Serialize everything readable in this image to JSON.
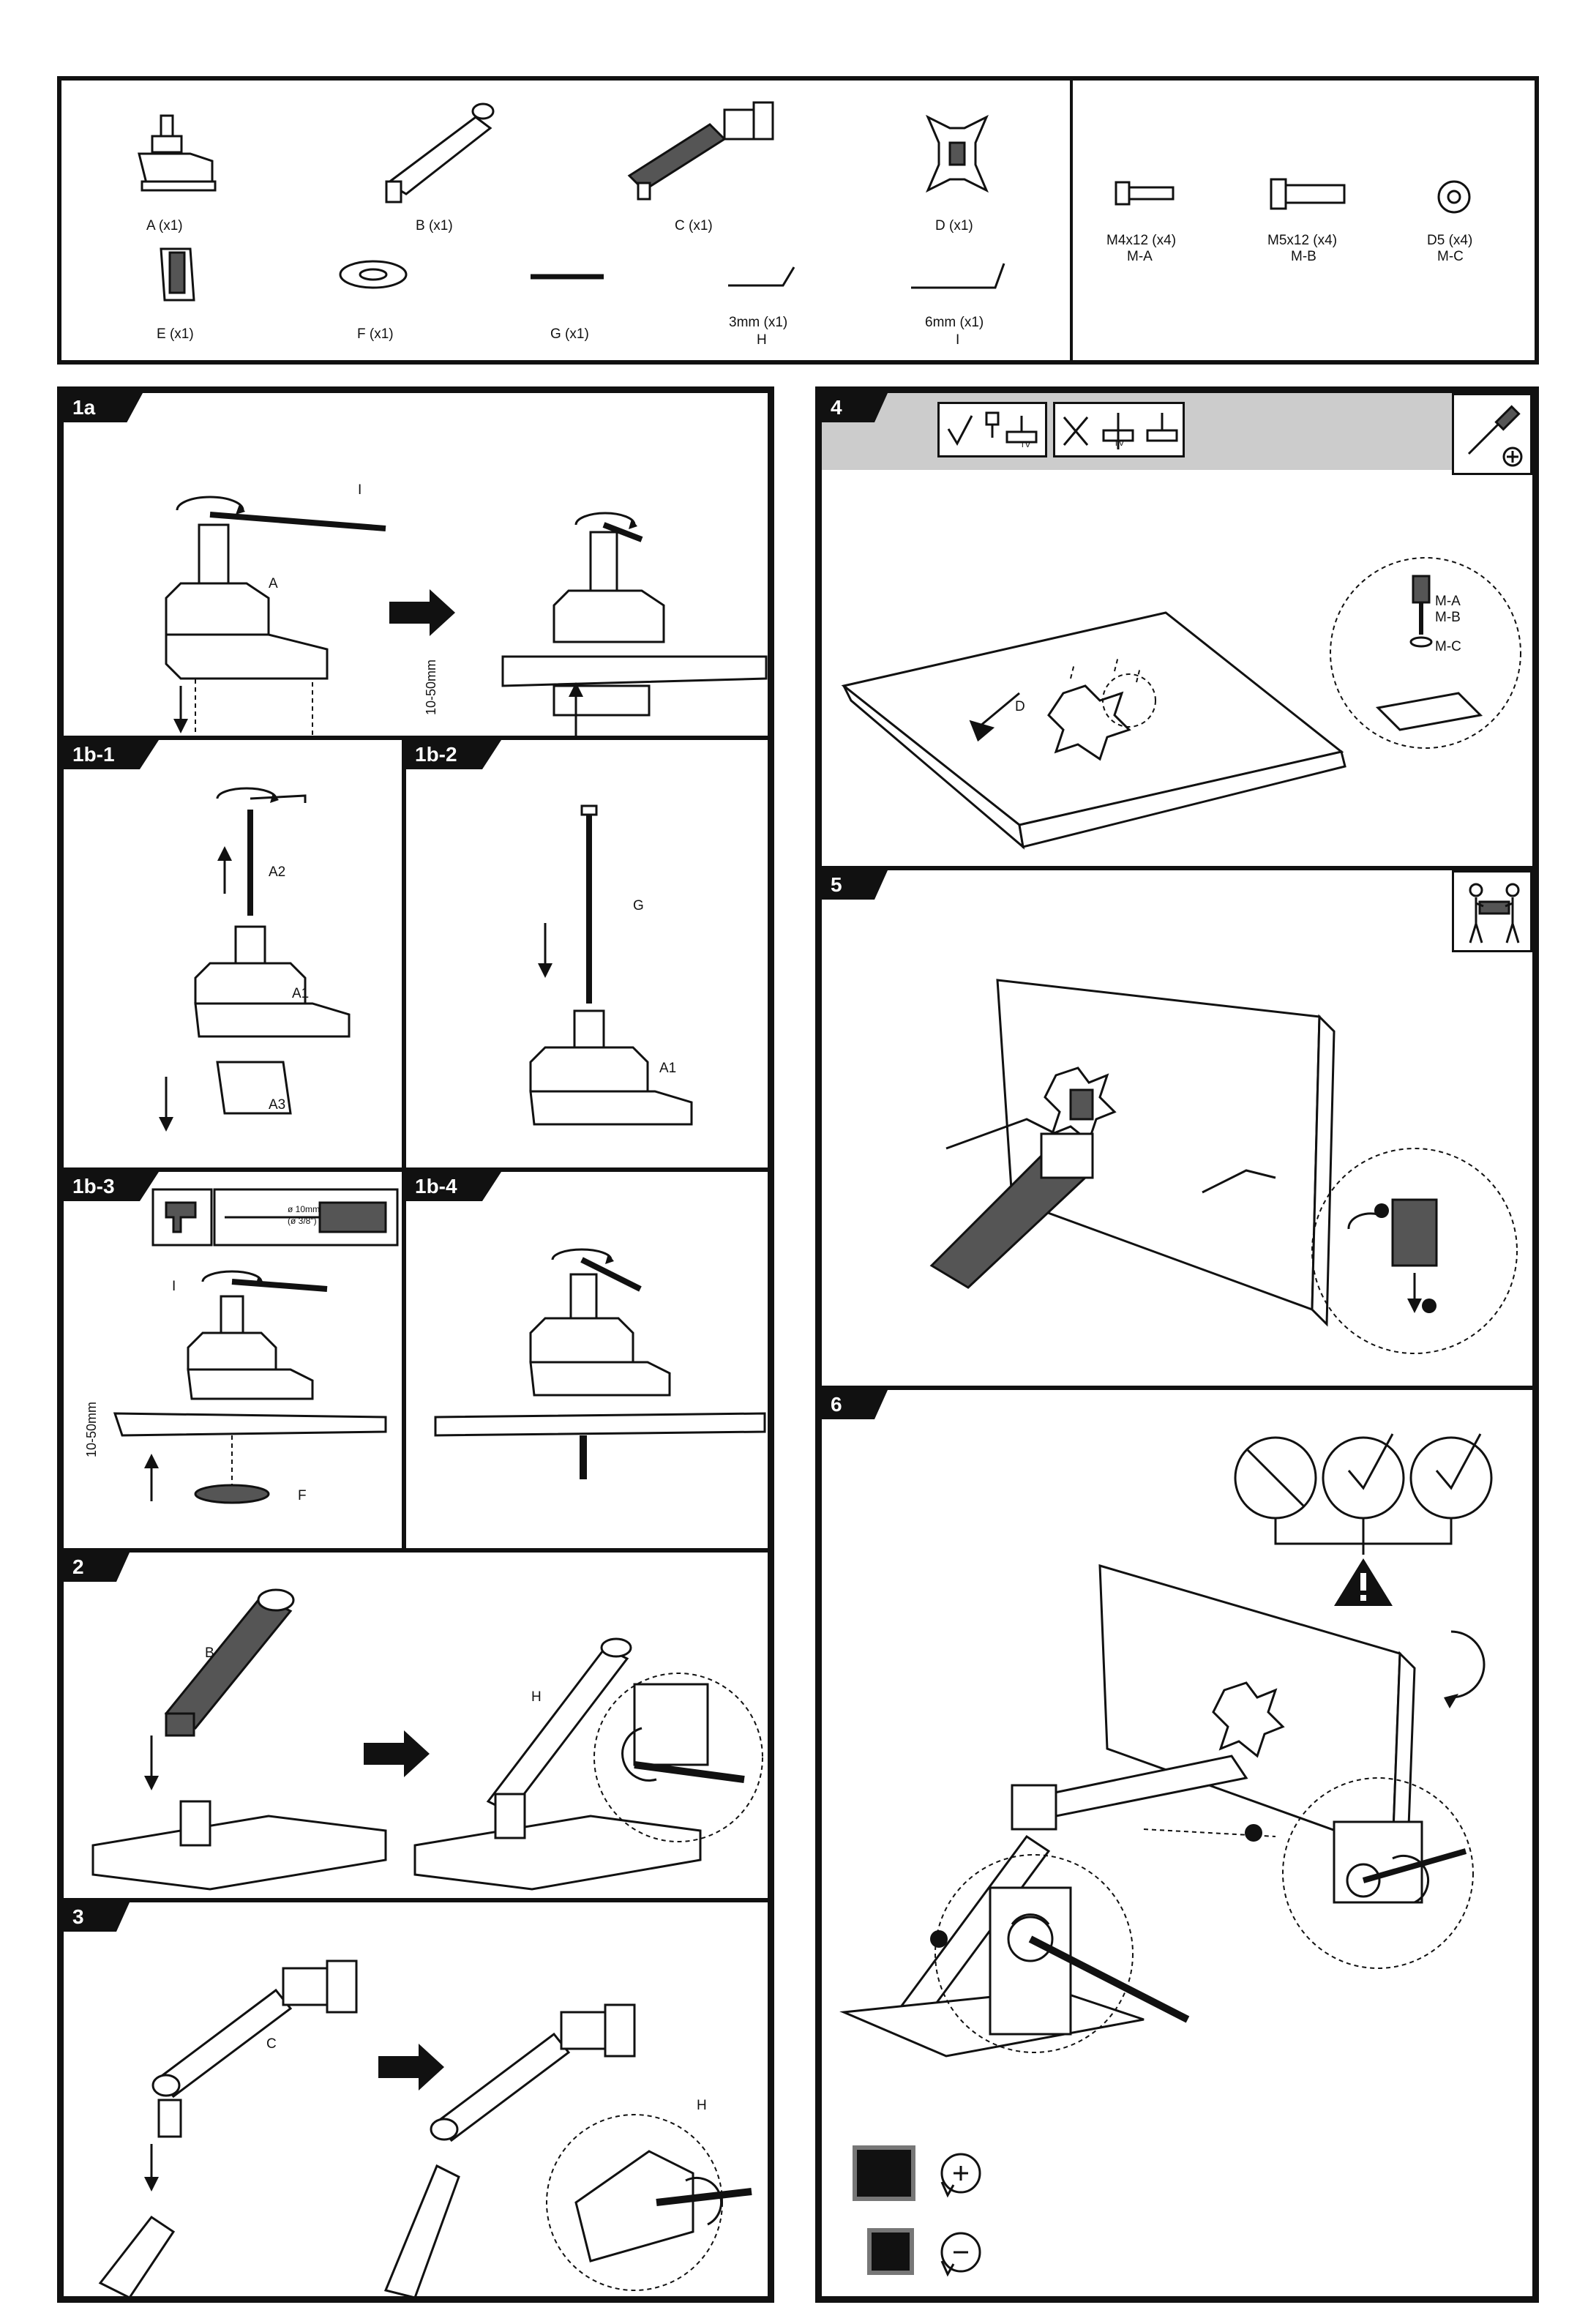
{
  "parts": [
    {
      "label": "A (x1)"
    },
    {
      "label": "B (x1)"
    },
    {
      "label": "C (x1)"
    },
    {
      "label": "D (x1)"
    },
    {
      "label": "E (x1)"
    },
    {
      "label": "F (x1)"
    },
    {
      "label": "G (x1)"
    },
    {
      "label": "3mm (x1)",
      "sub": "H"
    },
    {
      "label": "6mm (x1)",
      "sub": "I"
    }
  ],
  "hardware": [
    {
      "label": "M4x12 (x4)",
      "sub": "M-A"
    },
    {
      "label": "M5x12 (x4)",
      "sub": "M-B"
    },
    {
      "label": "D5 (x4)",
      "sub": "M-C"
    }
  ],
  "steps": {
    "s1a": "1a",
    "s1b1": "1b-1",
    "s1b2": "1b-2",
    "s1b3": "1b-3",
    "s1b4": "1b-4",
    "s2": "2",
    "s3": "3",
    "s4": "4",
    "s5": "5",
    "s6": "6"
  },
  "callouts": {
    "i": "I",
    "a": "A",
    "thick": "10-50mm",
    "a2": "A2",
    "a1": "A1",
    "a3": "A3",
    "g": "G",
    "f": "F",
    "drill1": "ø 10mm",
    "drill2": "(ø 3/8\")",
    "b": "B",
    "h": "H",
    "c": "C",
    "d": "D",
    "ma": "M-A",
    "mb": "M-B",
    "mc": "M-C",
    "tv": "TV"
  },
  "colors": {
    "ink": "#111111",
    "panel_gray": "#cccccc",
    "fill_gray": "#555555"
  }
}
